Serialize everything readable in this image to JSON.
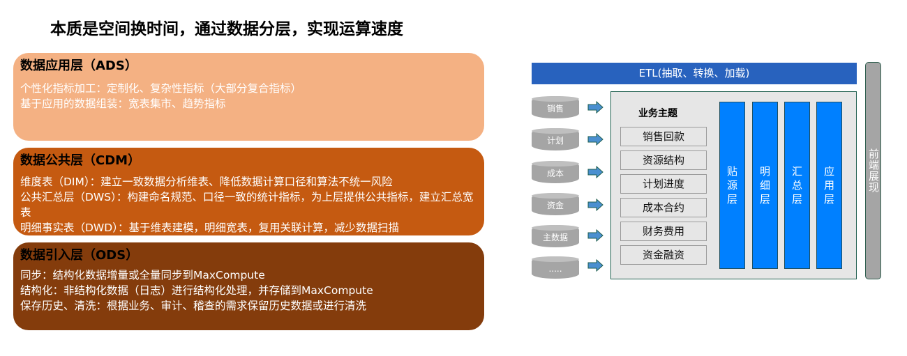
{
  "title": "本质是空间换时间，通过数据分层，实现运算速度",
  "layers": [
    {
      "heading": "数据应用层（ADS）",
      "lines": [
        "个性化指标加工：定制化、复杂性指标（大部分复合指标）",
        "基于应用的数据组装：宽表集市、趋势指标"
      ],
      "color": "#F4B183"
    },
    {
      "heading": "数据公共层（CDM）",
      "lines": [
        "维度表（DIM）：建立一致数据分析维表、降低数据计算口径和算法不统一风险",
        "公共汇总层（DWS）：构建命名规范、口径一致的统计指标，为上层提供公共指标，建立汇总宽表",
        "明细事实表（DWD）：基于维表建模，明细宽表，复用关联计算，减少数据扫描"
      ],
      "color": "#C55A11"
    },
    {
      "heading": "数据引入层（ODS）",
      "lines": [
        "同步：结构化数据增量或全量同步到MaxCompute",
        "结构化：非结构化数据（日志）进行结构化处理，并存储到MaxCompute",
        "保存历史、清洗：根据业务、审计、稽查的需求保留历史数据或进行清洗"
      ],
      "color": "#843C0C"
    }
  ],
  "diagram": {
    "etl": "ETL(抽取、转换、加载)",
    "front": "前端展现",
    "sources": [
      "销售",
      "计划",
      "成本",
      "资金",
      "主数据",
      "....."
    ],
    "topic_title": "业务主题",
    "topics": [
      "销售回款",
      "资源结构",
      "计划进度",
      "成本合约",
      "财务费用",
      "资金融资"
    ],
    "columns": [
      "贴源层",
      "明细层",
      "汇总层",
      "应用层"
    ],
    "colors": {
      "etl": "#2862BE",
      "column": "#0080FF",
      "source": "#A5A5A5"
    }
  }
}
